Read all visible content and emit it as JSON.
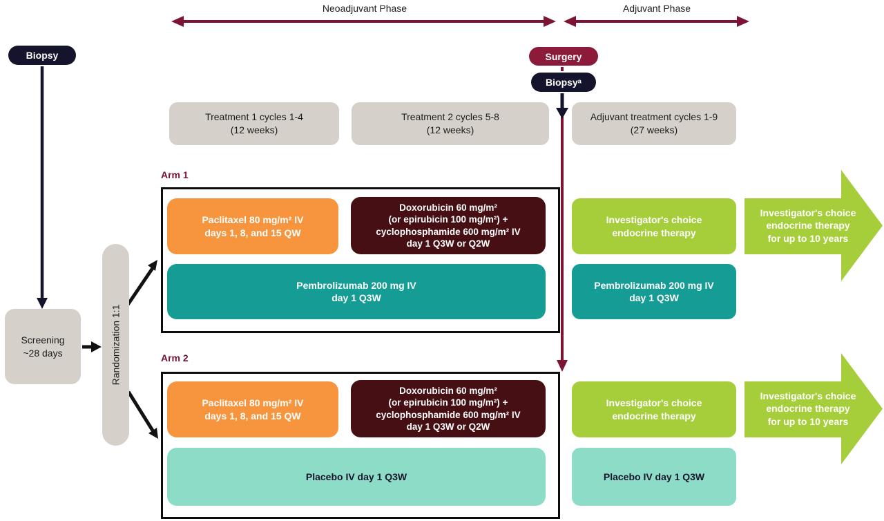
{
  "colors": {
    "maroon_line": "#7d1434",
    "maroon_pill": "#8c1a3a",
    "navy": "#14142c",
    "orange": "#f6953e",
    "dark_red": "#460f13",
    "teal": "#149c95",
    "mint": "#8cdcc8",
    "green": "#a5ce3a",
    "gray_box": "#d5d0c9",
    "arm_label": "#74132f"
  },
  "header": {
    "neoadjuvant_label": "Neoadjuvant Phase",
    "adjuvant_label": "Adjuvant Phase"
  },
  "flow": {
    "biopsy_initial": "Biopsy",
    "surgery": "Surgery",
    "biopsy_post_treatment": "Biopsyᵃ",
    "screening": "Screening\n~28 days",
    "randomization": "Randomization 1:1"
  },
  "timeline": {
    "treatment1": "Treatment 1 cycles 1-4\n(12 weeks)",
    "treatment2": "Treatment 2 cycles 5-8\n(12 weeks)",
    "adjuvant_treatment": "Adjuvant treatment cycles 1-9\n(27 weeks)"
  },
  "arm1": {
    "label": "Arm 1",
    "paclitaxel": "Paclitaxel 80 mg/m² IV\ndays 1, 8, and 15 QW",
    "chemo": "Doxorubicin 60 mg/m²\n(or epirubicin 100 mg/m²) +\ncyclophosphamide 600 mg/m² IV\nday 1 Q3W or Q2W",
    "pembro_neoadjuvant": "Pembrolizumab 200 mg IV\nday 1 Q3W",
    "endocrine_adjuvant": "Investigator's choice\nendocrine therapy",
    "pembro_adjuvant": "Pembrolizumab 200 mg IV\nday 1 Q3W",
    "followup": "Investigator's choice\nendocrine therapy\nfor up to 10 years"
  },
  "arm2": {
    "label": "Arm 2",
    "paclitaxel": "Paclitaxel 80 mg/m² IV\ndays 1, 8, and 15 QW",
    "chemo": "Doxorubicin 60 mg/m²\n(or epirubicin 100 mg/m²) +\ncyclophosphamide 600 mg/m² IV\nday 1 Q3W or Q2W",
    "placebo_neoadjuvant": "Placebo IV day 1 Q3W",
    "endocrine_adjuvant": "Investigator's choice\nendocrine therapy",
    "placebo_adjuvant": "Placebo IV day 1 Q3W",
    "followup": "Investigator's choice\nendocrine therapy\nfor up to 10 years"
  }
}
